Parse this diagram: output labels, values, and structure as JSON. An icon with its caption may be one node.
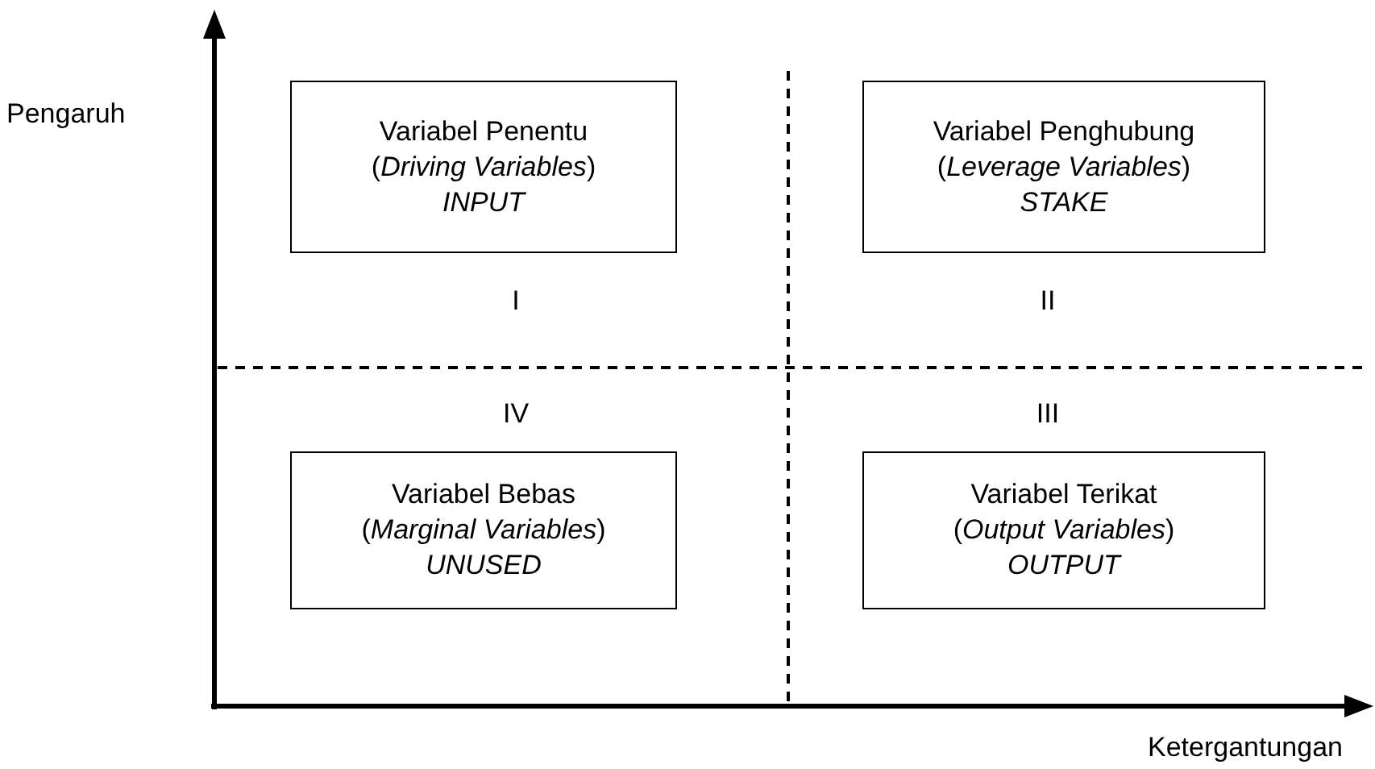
{
  "diagram": {
    "nodes": [
      {
        "text": [
          "Variabel Penentu",
          "(*Driving Variables*)",
          "INPUT"
        ]
      },
      {
        "text": [
          "Variabel Penghubung",
          "(*Leverage Variables*)",
          "STAKE"
        ]
      },
      {
        "text": [
          "Variabel Bebas",
          "(*Marginal Variables*)",
          "UNUSED"
        ]
      },
      {
        "text": [
          "Variabel Terikat",
          "(*Output Variables*)",
          "OUTPUT"
        ]
      }
    ],
    "labels": [
      "Pengaruh",
      "I",
      "II",
      "IV",
      "III",
      "Ketergantungan"
    ]
  }
}
